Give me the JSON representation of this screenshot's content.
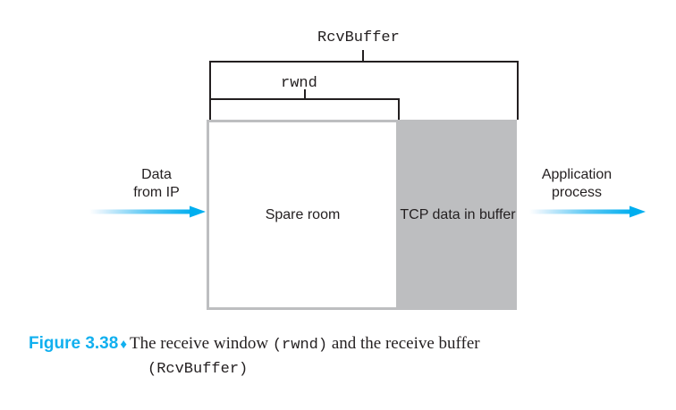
{
  "figure": {
    "brackets": {
      "outer_label": "RcvBuffer",
      "inner_label": "rwnd"
    },
    "buffer": {
      "spare_room_label": "Spare room",
      "tcp_data_label": "TCP data\nin buffer"
    },
    "left_flow": {
      "label": "Data\nfrom IP",
      "arrow_icon": "arrow-right-icon"
    },
    "right_flow": {
      "label": "Application\nprocess",
      "arrow_icon": "arrow-right-icon"
    },
    "caption": {
      "number": "Figure 3.38",
      "separator": "♦",
      "part1": "The receive window ",
      "code1": "(rwnd)",
      "part2": " and the receive buffer",
      "code2": "(RcvBuffer)"
    },
    "colors": {
      "accent": "#12b0ef",
      "buffer_gray": "#bdbec0",
      "text": "#231f20",
      "line": "#231f20"
    }
  }
}
